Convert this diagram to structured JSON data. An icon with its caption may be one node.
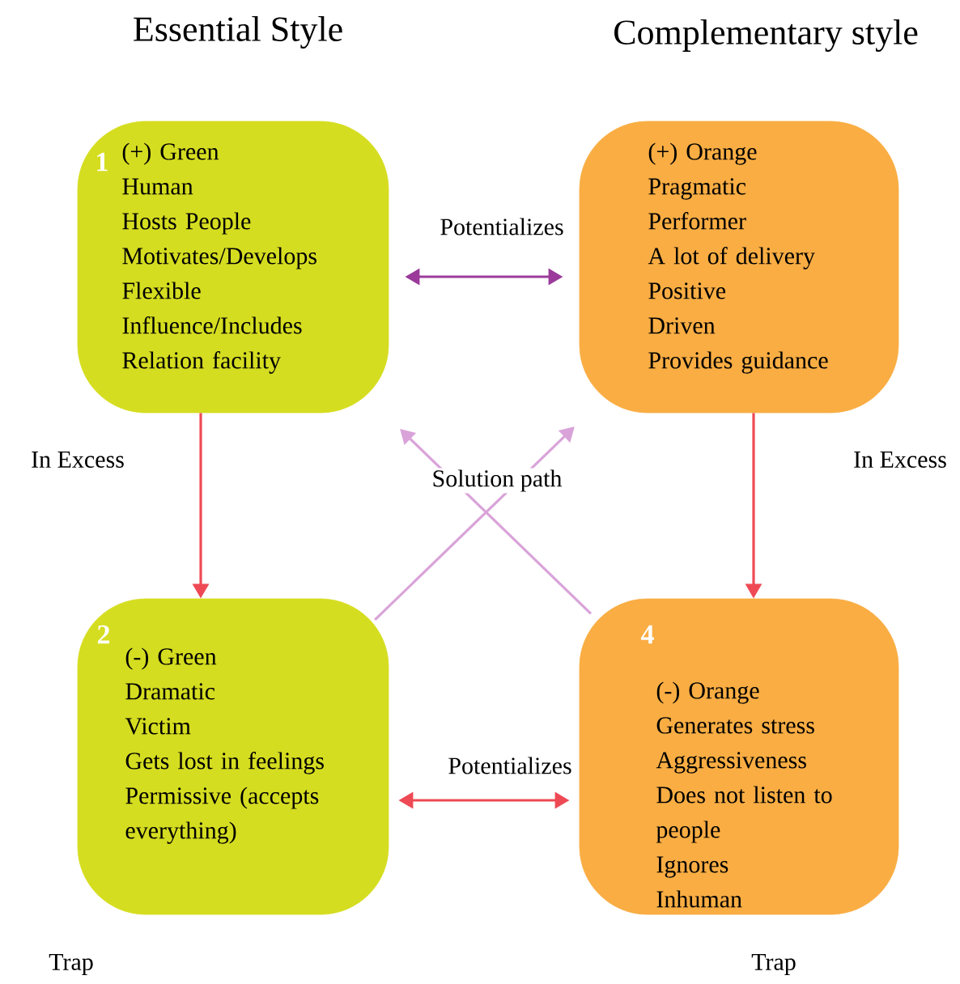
{
  "diagram": {
    "nodes": [
      {
        "text": [
          "1",
          "(+) Green",
          "Human",
          "Hosts People",
          "Motivates/Develops",
          "Flexible",
          "Influence/Includes",
          "Relation facility"
        ]
      },
      {
        "text": [
          "(+) Orange",
          "Pragmatic",
          "Performer",
          "A lot of delivery",
          "Positive",
          "Driven",
          "Provides guidance"
        ]
      },
      {
        "text": [
          "2",
          "(-) Green",
          "Dramatic",
          "Victim",
          "Gets lost in feelings",
          "Permissive (accepts everything)"
        ]
      },
      {
        "text": [
          "4",
          "(-) Orange",
          "Generates stress",
          "Aggressiveness",
          "Does not listen to people",
          "Ignores",
          "Inhuman"
        ]
      }
    ],
    "edges": [
      {
        "from": 0,
        "to": 1,
        "arrow": "both",
        "label": "Potentializes",
        "color": "#9b3a9b"
      },
      {
        "from": 0,
        "to": 2,
        "arrow": "to",
        "label": "In Excess",
        "color": "#ee4a55"
      },
      {
        "from": 1,
        "to": 3,
        "arrow": "to",
        "label": "In Excess",
        "color": "#ee4a55"
      },
      {
        "from": 2,
        "to": 3,
        "arrow": "both",
        "label": "Potentializes",
        "color": "#ee4a55"
      },
      {
        "from": 2,
        "to": 1,
        "arrow": "to",
        "color": "#d9a3d9"
      },
      {
        "from": 3,
        "to": 0,
        "arrow": "to",
        "color": "#d9a3d9"
      }
    ],
    "labels": [
      "Essential Style",
      "Complementary style",
      "Solution path",
      "Trap",
      "Trap"
    ]
  }
}
